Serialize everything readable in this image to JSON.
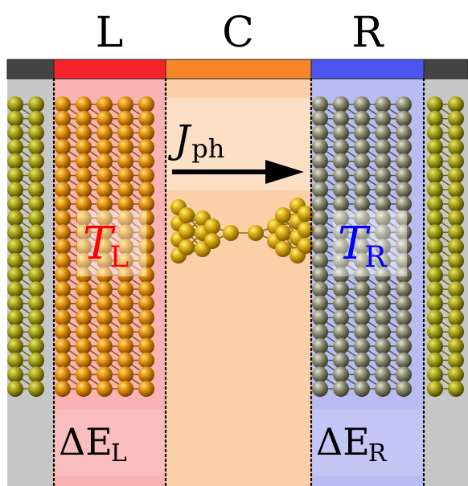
{
  "regions": {
    "left": {
      "label": "L",
      "temperature": {
        "symbol": "T",
        "sub": "L"
      },
      "energy": {
        "symbol": "ΔE",
        "sub": "L"
      }
    },
    "center": {
      "label": "C"
    },
    "right": {
      "label": "R",
      "temperature": {
        "symbol": "T",
        "sub": "R"
      },
      "energy": {
        "symbol": "ΔE",
        "sub": "R"
      }
    }
  },
  "current": {
    "symbol": "J",
    "sub": "ph"
  },
  "colors": {
    "left": "#f5232c",
    "center": "#f7862a",
    "right": "#4b56f0",
    "lead": "#444444",
    "temperature_left": "#ff0000",
    "temperature_right": "#0000ff"
  }
}
